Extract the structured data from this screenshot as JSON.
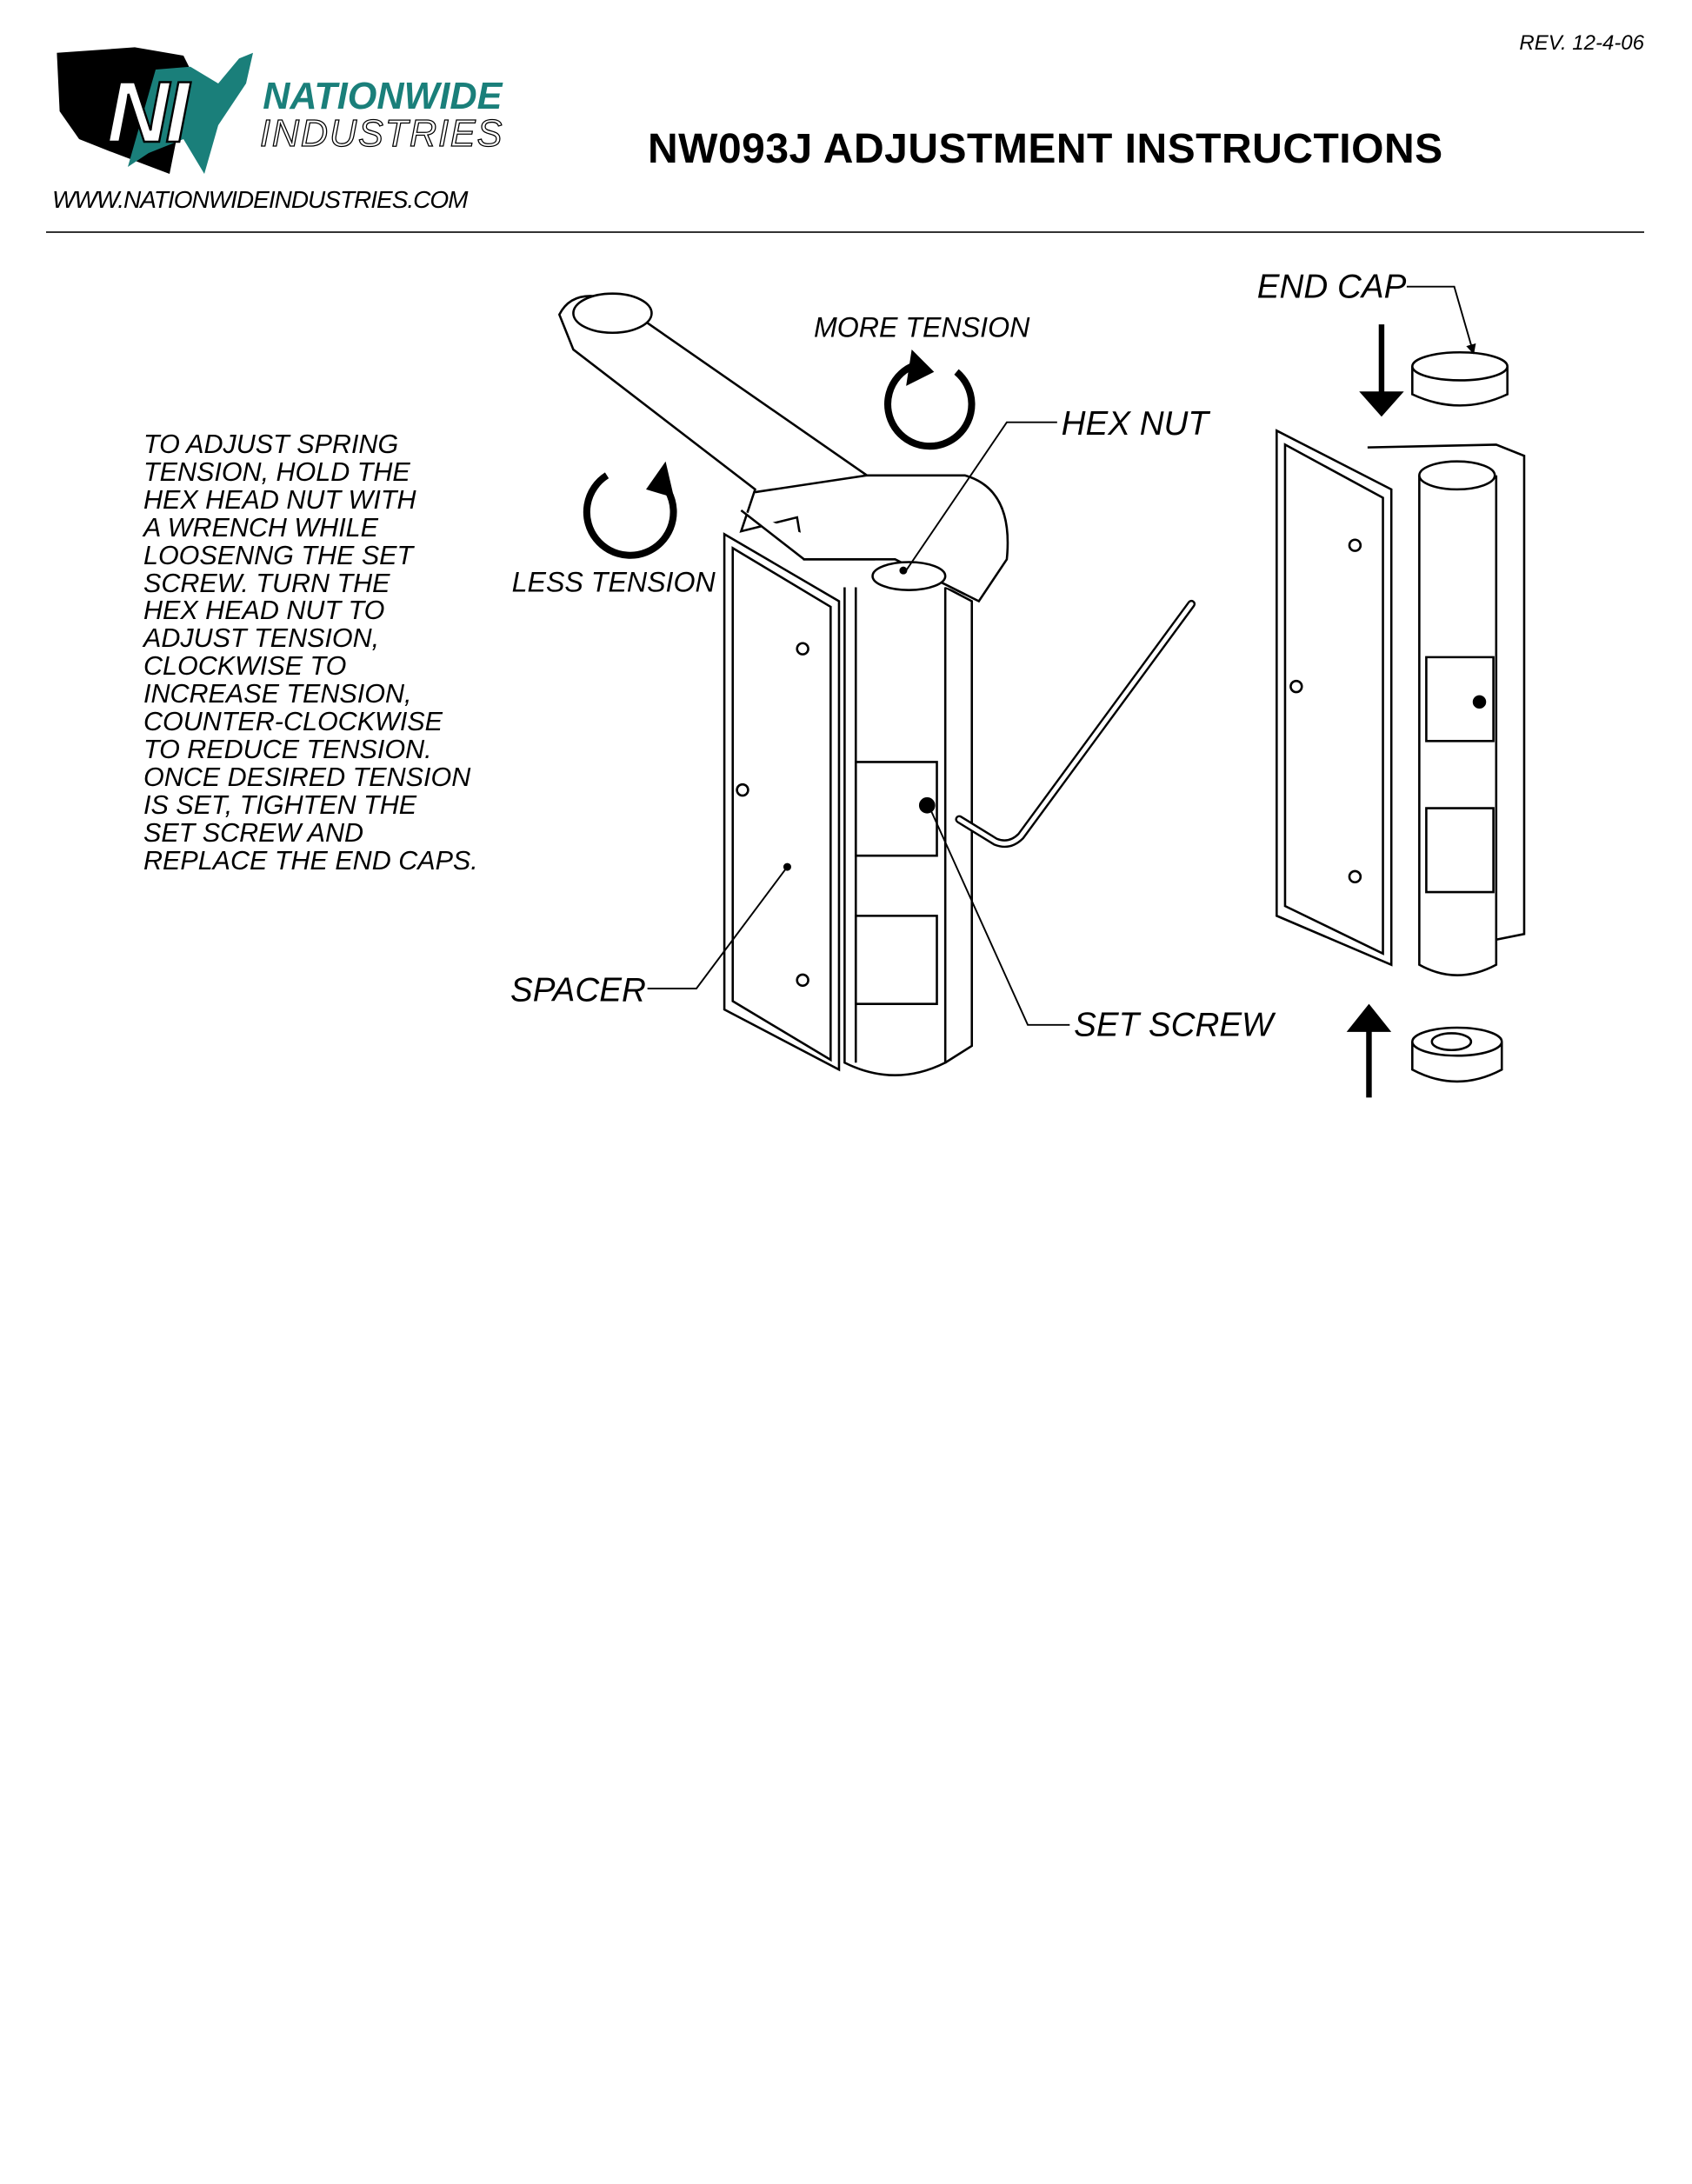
{
  "header": {
    "revision": "REV. 12-4-06",
    "title": "NW093J  ADJUSTMENT INSTRUCTIONS",
    "website": "WWW.NATIONWIDEINDUSTRIES.COM",
    "logo": {
      "line1": "NATIONWIDE",
      "line2": "INDUSTRIES",
      "monogram": "NI",
      "brand_color": "#1a7f7a"
    }
  },
  "instructions": [
    "TO ADJUST SPRING",
    "TENSION, HOLD THE",
    "HEX HEAD NUT WITH",
    "A WRENCH WHILE",
    "LOOSENNG THE SET",
    "SCREW. TURN THE",
    "HEX HEAD NUT TO",
    "ADJUST TENSION,",
    "CLOCKWISE TO",
    "INCREASE TENSION,",
    "COUNTER-CLOCKWISE",
    "TO REDUCE TENSION.",
    "ONCE DESIRED TENSION",
    "IS SET, TIGHTEN THE",
    "SET SCREW AND",
    "REPLACE THE END CAPS."
  ],
  "labels": {
    "more_tension": "MORE TENSION",
    "less_tension": "LESS TENSION",
    "hex_nut": "HEX NUT",
    "end_cap": "END CAP",
    "spacer": "SPACER",
    "set_screw": "SET SCREW"
  }
}
